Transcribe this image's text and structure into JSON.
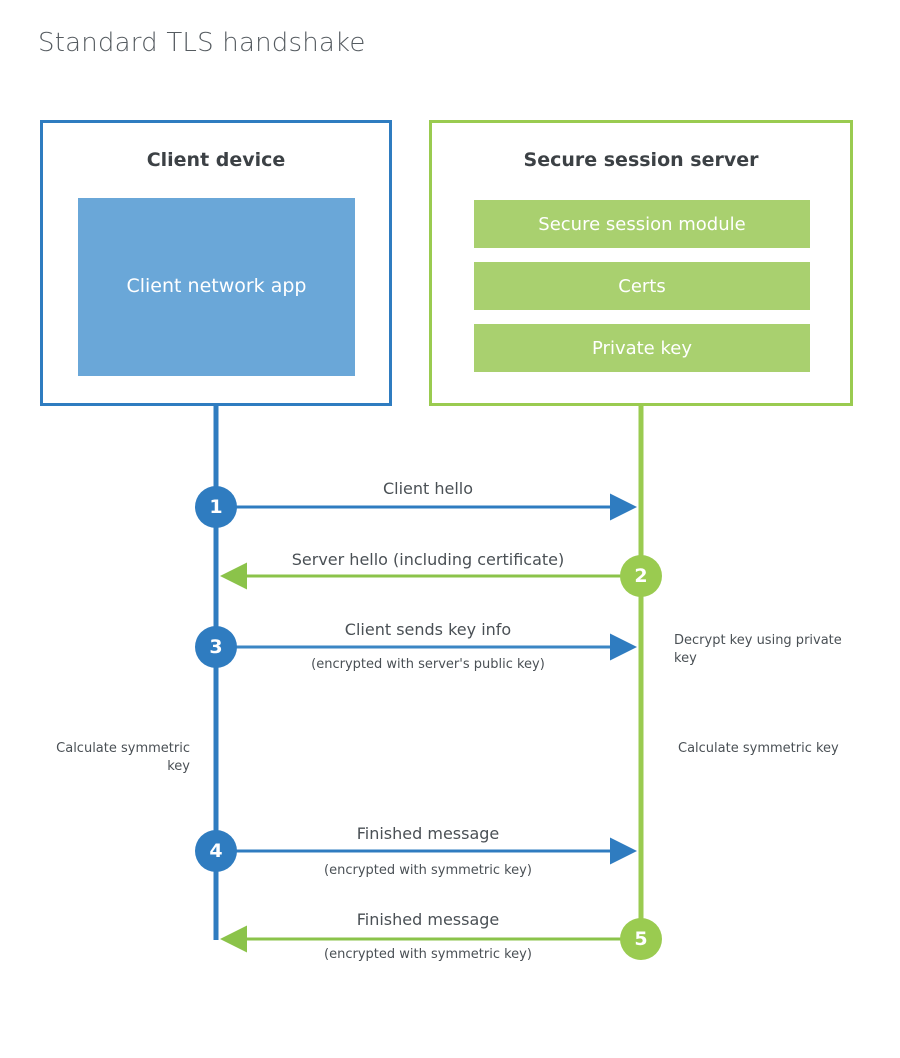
{
  "title": "Standard TLS handshake",
  "colors": {
    "client_blue": "#2f7cc0",
    "client_app_fill": "#6aa7d8",
    "server_green": "#9acb50",
    "module_fill": "#a9d06f",
    "text": "#4a5055",
    "title_text": "#555b60",
    "background": "#ffffff"
  },
  "client": {
    "title": "Client device",
    "app_label": "Client network app"
  },
  "server": {
    "title": "Secure session server",
    "modules": [
      {
        "label": "Secure session module"
      },
      {
        "label": "Certs"
      },
      {
        "label": "Private key"
      }
    ]
  },
  "steps": [
    {
      "number": "1",
      "side": "client",
      "label": "Client hello",
      "sublabel": "",
      "direction": "client-to-server"
    },
    {
      "number": "2",
      "side": "server",
      "label": "Server hello (including certificate)",
      "sublabel": "",
      "direction": "server-to-client"
    },
    {
      "number": "3",
      "side": "client",
      "label": "Client sends key info",
      "sublabel": "(encrypted with server's public key)",
      "direction": "client-to-server"
    },
    {
      "number": "4",
      "side": "client",
      "label": "Finished message",
      "sublabel": "(encrypted with symmetric key)",
      "direction": "client-to-server"
    },
    {
      "number": "5",
      "side": "server",
      "label": "Finished message",
      "sublabel": "(encrypted with symmetric key)",
      "direction": "server-to-client"
    }
  ],
  "notes": {
    "decrypt_key": "Decrypt key using private key",
    "client_calculate": "Calculate symmetric key",
    "server_calculate": "Calculate symmetric key"
  }
}
